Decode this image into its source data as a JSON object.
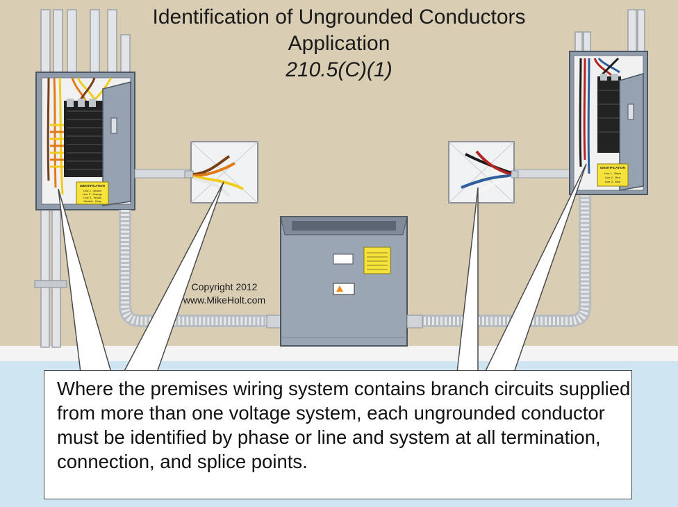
{
  "title": {
    "line1": "Identification of Ungrounded Conductors",
    "line2": "Application",
    "line3": "210.5(C)(1)"
  },
  "copyright": {
    "line1": "Copyright 2012",
    "line2": "www.MikeHolt.com"
  },
  "callout": {
    "text": "Where the premises wiring system contains branch circuits supplied from more than one voltage system, each ungrounded conductor must be identified by phase or line and system at all termination, connection, and splice points."
  },
  "left_panel_label": {
    "heading": "IDENTIFICATION",
    "lines": [
      "Line 1 - Brown",
      "Line 2 - Orange",
      "Line 3 - Yellow",
      "Neutral - Gray"
    ]
  },
  "right_panel_label": {
    "heading": "IDENTIFICATION",
    "lines": [
      "Line 1 - Black",
      "Line 2 - Red",
      "Line 3 - Blue"
    ]
  },
  "colors": {
    "wall": "#d9cdb4",
    "floor": "#cfe6f2",
    "panel": "#8d9bab",
    "label": "#f5e23a",
    "conduit": "#cfd3d7",
    "wire_brown": "#7a3f16",
    "wire_orange": "#e07a1a",
    "wire_yellow": "#f0cc1e",
    "wire_black": "#1c1c1c",
    "wire_red": "#b3231f",
    "wire_blue": "#2d5f9c",
    "wire_white": "#f2f2f2"
  }
}
